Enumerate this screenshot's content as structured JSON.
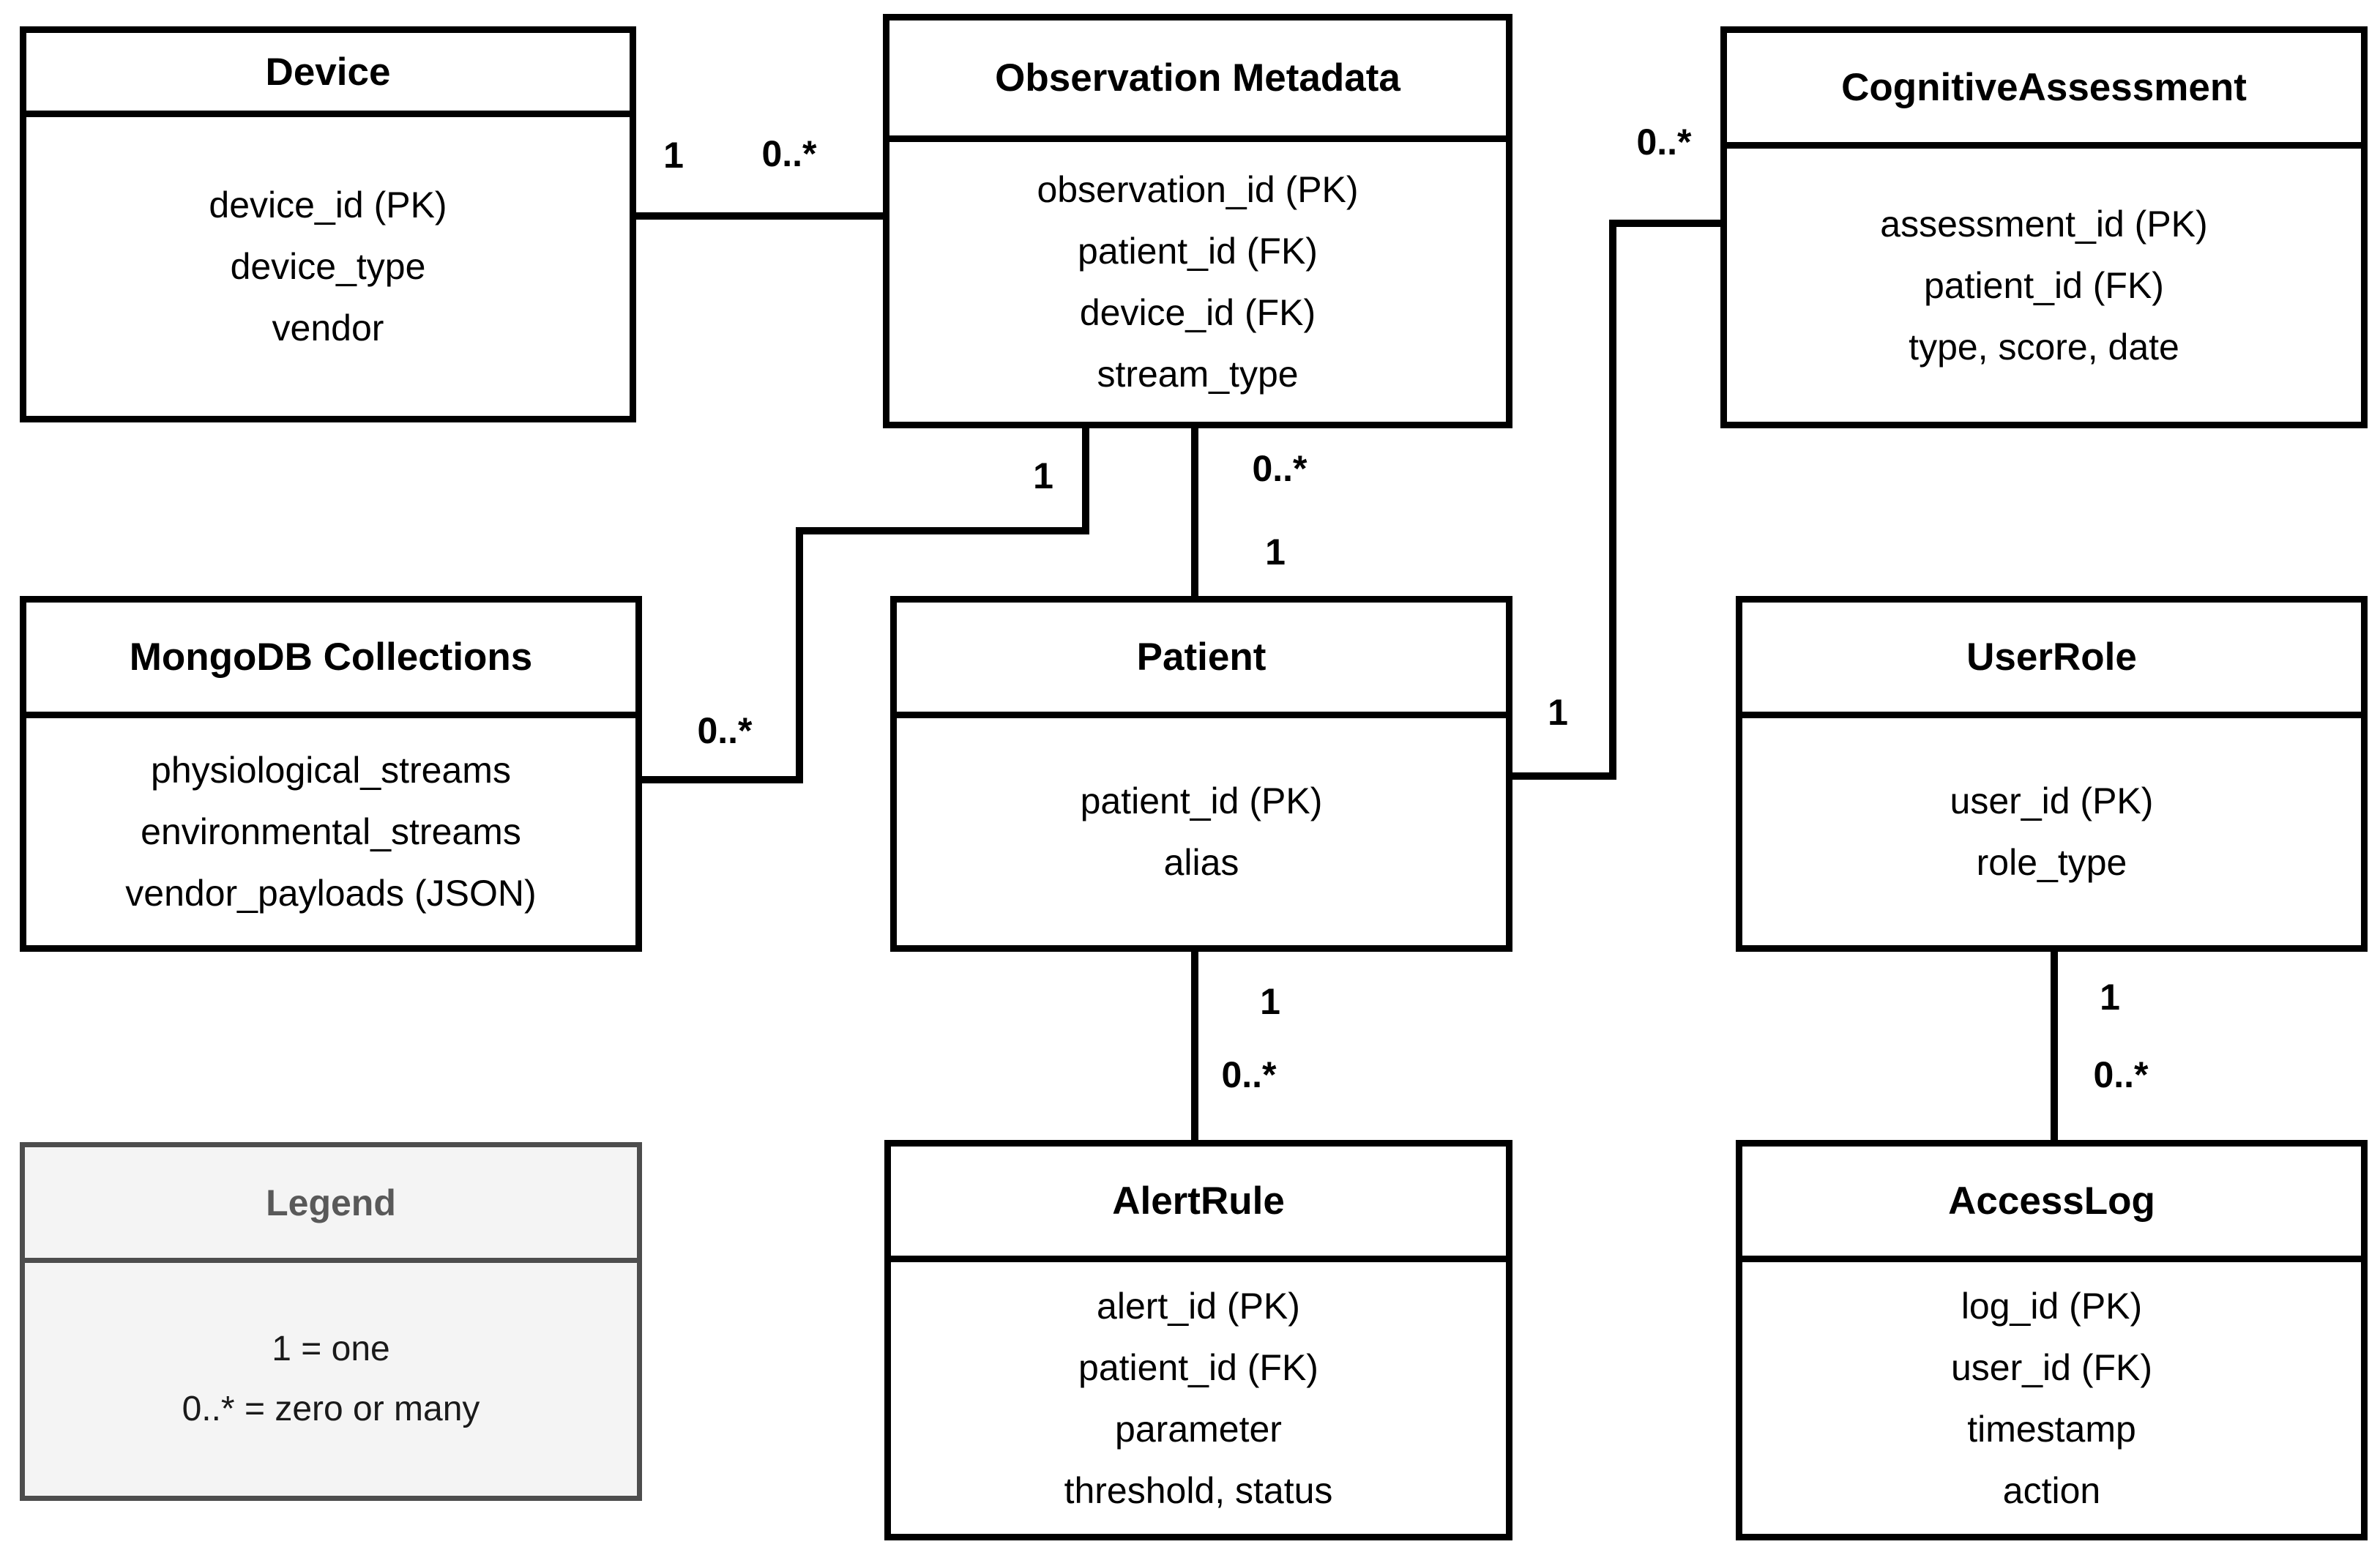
{
  "entities": [
    {
      "id": "device",
      "title": "Device",
      "fields": [
        "device_id (PK)",
        "device_type",
        "vendor"
      ]
    },
    {
      "id": "observation_metadata",
      "title": "Observation Metadata",
      "fields": [
        "observation_id (PK)",
        "patient_id (FK)",
        "device_id (FK)",
        "stream_type"
      ]
    },
    {
      "id": "cognitive_assessment",
      "title": "CognitiveAssessment",
      "fields": [
        "assessment_id (PK)",
        "patient_id (FK)",
        "type, score, date"
      ]
    },
    {
      "id": "mongodb_collections",
      "title": "MongoDB Collections",
      "fields": [
        "physiological_streams",
        "environmental_streams",
        "vendor_payloads (JSON)"
      ]
    },
    {
      "id": "patient",
      "title": "Patient",
      "fields": [
        "patient_id (PK)",
        "alias"
      ]
    },
    {
      "id": "user_role",
      "title": "UserRole",
      "fields": [
        "user_id (PK)",
        "role_type"
      ]
    },
    {
      "id": "alert_rule",
      "title": "AlertRule",
      "fields": [
        "alert_id (PK)",
        "patient_id (FK)",
        "parameter",
        "threshold, status"
      ]
    },
    {
      "id": "access_log",
      "title": "AccessLog",
      "fields": [
        "log_id (PK)",
        "user_id (FK)",
        "timestamp",
        "action"
      ]
    }
  ],
  "legend": {
    "title": "Legend",
    "lines": [
      "1 = one",
      "0..* = zero or many"
    ]
  },
  "relationships": [
    {
      "from": "Device",
      "to": "Observation Metadata",
      "from_label": "1",
      "to_label": "0..*"
    },
    {
      "from": "Observation Metadata",
      "to": "MongoDB Collections",
      "from_label": "1",
      "to_label": "0..*"
    },
    {
      "from": "Observation Metadata",
      "to": "Patient",
      "from_label": "0..*",
      "to_label": "1"
    },
    {
      "from": "Patient",
      "to": "AlertRule",
      "from_label": "1",
      "to_label": "0..*"
    },
    {
      "from": "Patient",
      "to": "CognitiveAssessment",
      "from_label": "1",
      "to_label": "0..*"
    },
    {
      "from": "UserRole",
      "to": "AccessLog",
      "from_label": "1",
      "to_label": "0..*"
    }
  ],
  "colors": {
    "canvas_bg": "#ffffff",
    "entity_border": "#000000",
    "entity_fill": "#ffffff",
    "text": "#000000",
    "legend_border": "#4d4d4d",
    "legend_fill": "#f4f4f4",
    "legend_title": "#595959"
  }
}
